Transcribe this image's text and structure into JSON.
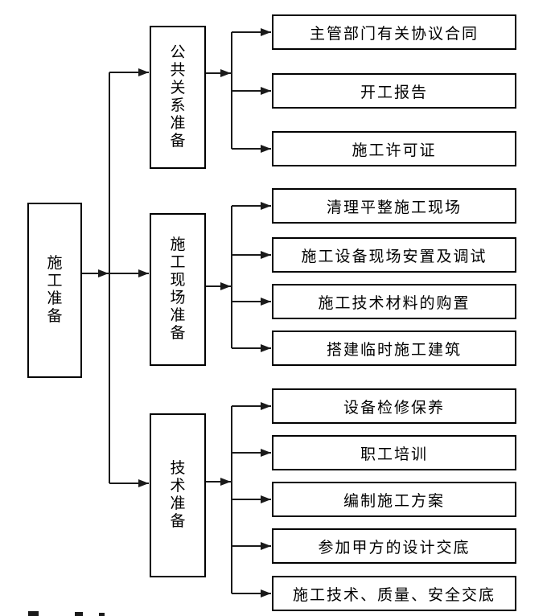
{
  "diagram": {
    "title_hint": "construction-preparation-flowchart",
    "root": {
      "label": "施工准备"
    },
    "branches": [
      {
        "label": "公共关系准备",
        "children": [
          "主管部门有关协议合同",
          "开工报告",
          "施工许可证"
        ]
      },
      {
        "label": "施工现场准备",
        "children": [
          "清理平整施工现场",
          "施工设备现场安置及调试",
          "施工技术材料的购置",
          "搭建临时施工建筑"
        ]
      },
      {
        "label": "技术准备",
        "children": [
          "设备检修保养",
          "职工培训",
          "编制施工方案",
          "参加甲方的设计交底",
          "施工技术、质量、安全交底"
        ]
      }
    ]
  },
  "colors": {
    "background": "#ffffff",
    "box_border": "#000000",
    "line": "#1a1a1a",
    "text": "#000000"
  }
}
